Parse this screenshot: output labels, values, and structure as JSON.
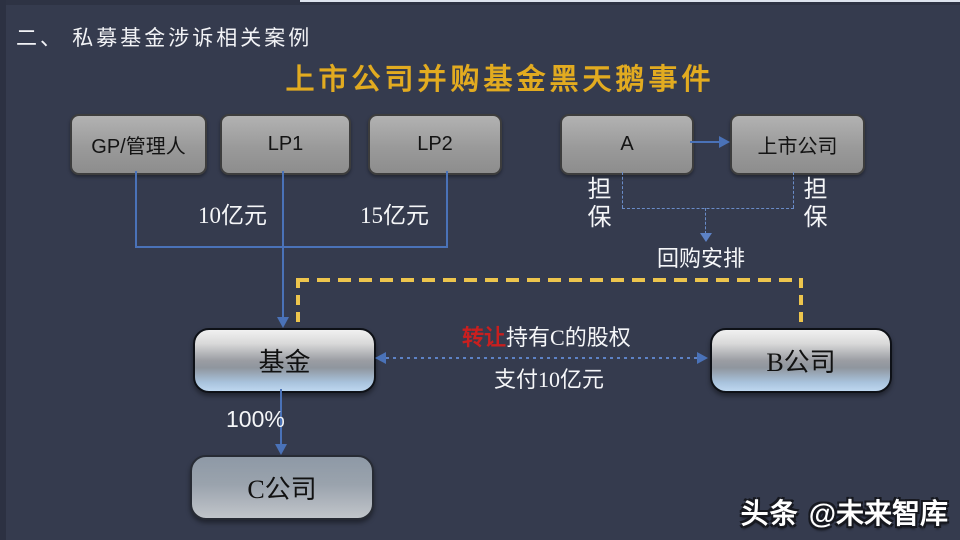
{
  "header": {
    "text": "二、 私募基金涉诉相关案例"
  },
  "title": {
    "text": "上市公司并购基金黑天鹅事件"
  },
  "boxes": {
    "gp": {
      "label": "GP/管理人"
    },
    "lp1": {
      "label": "LP1"
    },
    "lp2": {
      "label": "LP2"
    },
    "a": {
      "label": "A"
    },
    "listed_co": {
      "label": "上市公司"
    },
    "fund": {
      "label": "基金"
    },
    "b_co": {
      "label": "B公司"
    },
    "c_co": {
      "label": "C公司"
    }
  },
  "edges": {
    "gp_lp1_contribution": "10亿元",
    "lp2_contribution": "15亿元",
    "guarantee_a": "担保",
    "guarantee_listed": "担保",
    "repurchase": "回购安排",
    "transfer_highlight": "转让",
    "transfer_text": "持有C的股权",
    "payment": "支付10亿元",
    "ownership": "100%"
  },
  "watermark": {
    "brand": "头条",
    "handle": "@未来智库"
  },
  "colors": {
    "background": "#353b4e",
    "title_gold": "#e2ab20",
    "connector_blue": "#4a72b8",
    "dashed_yellow": "#edc54d",
    "highlight_red": "#c91f1f",
    "box_gray": "#9a9a9a"
  }
}
